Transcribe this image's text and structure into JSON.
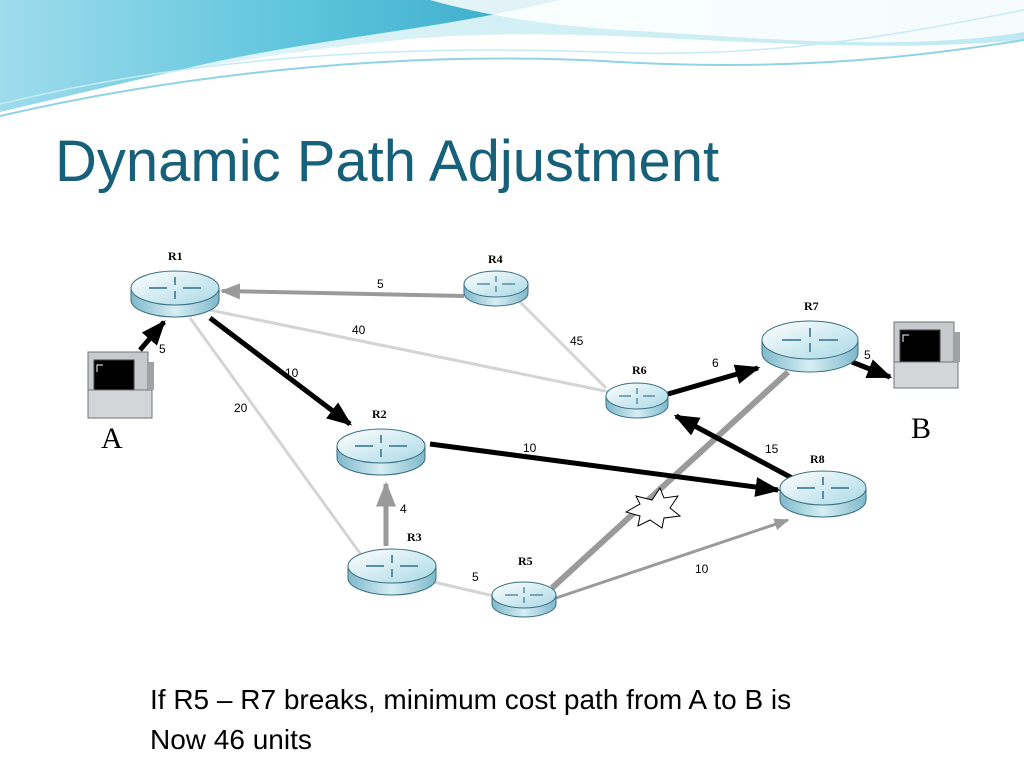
{
  "slide": {
    "title": "Dynamic Path Adjustment",
    "caption_line1": "If R5 – R7 breaks, minimum cost path from A to B is",
    "caption_line2": "Now 46 units"
  },
  "colors": {
    "title": "#17607a",
    "banner_light": "#c9eef5",
    "banner_dark": "#3fb4d0",
    "active_path": "#000000",
    "link_medium": "#9a9a9a",
    "link_light": "#d4d4d4"
  },
  "routers": [
    {
      "id": "R1",
      "label": "R1"
    },
    {
      "id": "R2",
      "label": "R2"
    },
    {
      "id": "R3",
      "label": "R3"
    },
    {
      "id": "R4",
      "label": "R4"
    },
    {
      "id": "R5",
      "label": "R5"
    },
    {
      "id": "R6",
      "label": "R6"
    },
    {
      "id": "R7",
      "label": "R7"
    },
    {
      "id": "R8",
      "label": "R8"
    }
  ],
  "hosts": [
    {
      "id": "A",
      "label": "A"
    },
    {
      "id": "B",
      "label": "B"
    }
  ],
  "links": [
    {
      "from": "A",
      "to": "R1",
      "cost": "5",
      "style": "active"
    },
    {
      "from": "R1",
      "to": "R2",
      "cost": "10",
      "style": "active"
    },
    {
      "from": "R4",
      "to": "R1",
      "cost": "5",
      "style": "medium"
    },
    {
      "from": "R1",
      "to": "R6",
      "cost": "40",
      "style": "light"
    },
    {
      "from": "R1",
      "to": "R3",
      "cost": "20",
      "style": "light"
    },
    {
      "from": "R4",
      "to": "R6",
      "cost": "45",
      "style": "light"
    },
    {
      "from": "R3",
      "to": "R2",
      "cost": "4",
      "style": "medium"
    },
    {
      "from": "R2",
      "to": "R8",
      "cost": "10",
      "style": "active"
    },
    {
      "from": "R3",
      "to": "R5",
      "cost": "5",
      "style": "light"
    },
    {
      "from": "R5",
      "to": "R7",
      "cost": "",
      "style": "broken"
    },
    {
      "from": "R5",
      "to": "R8",
      "cost": "10",
      "style": "medium"
    },
    {
      "from": "R8",
      "to": "R6",
      "cost": "15",
      "style": "active"
    },
    {
      "from": "R6",
      "to": "R7",
      "cost": "6",
      "style": "active"
    },
    {
      "from": "R7",
      "to": "B",
      "cost": "5",
      "style": "active"
    }
  ]
}
